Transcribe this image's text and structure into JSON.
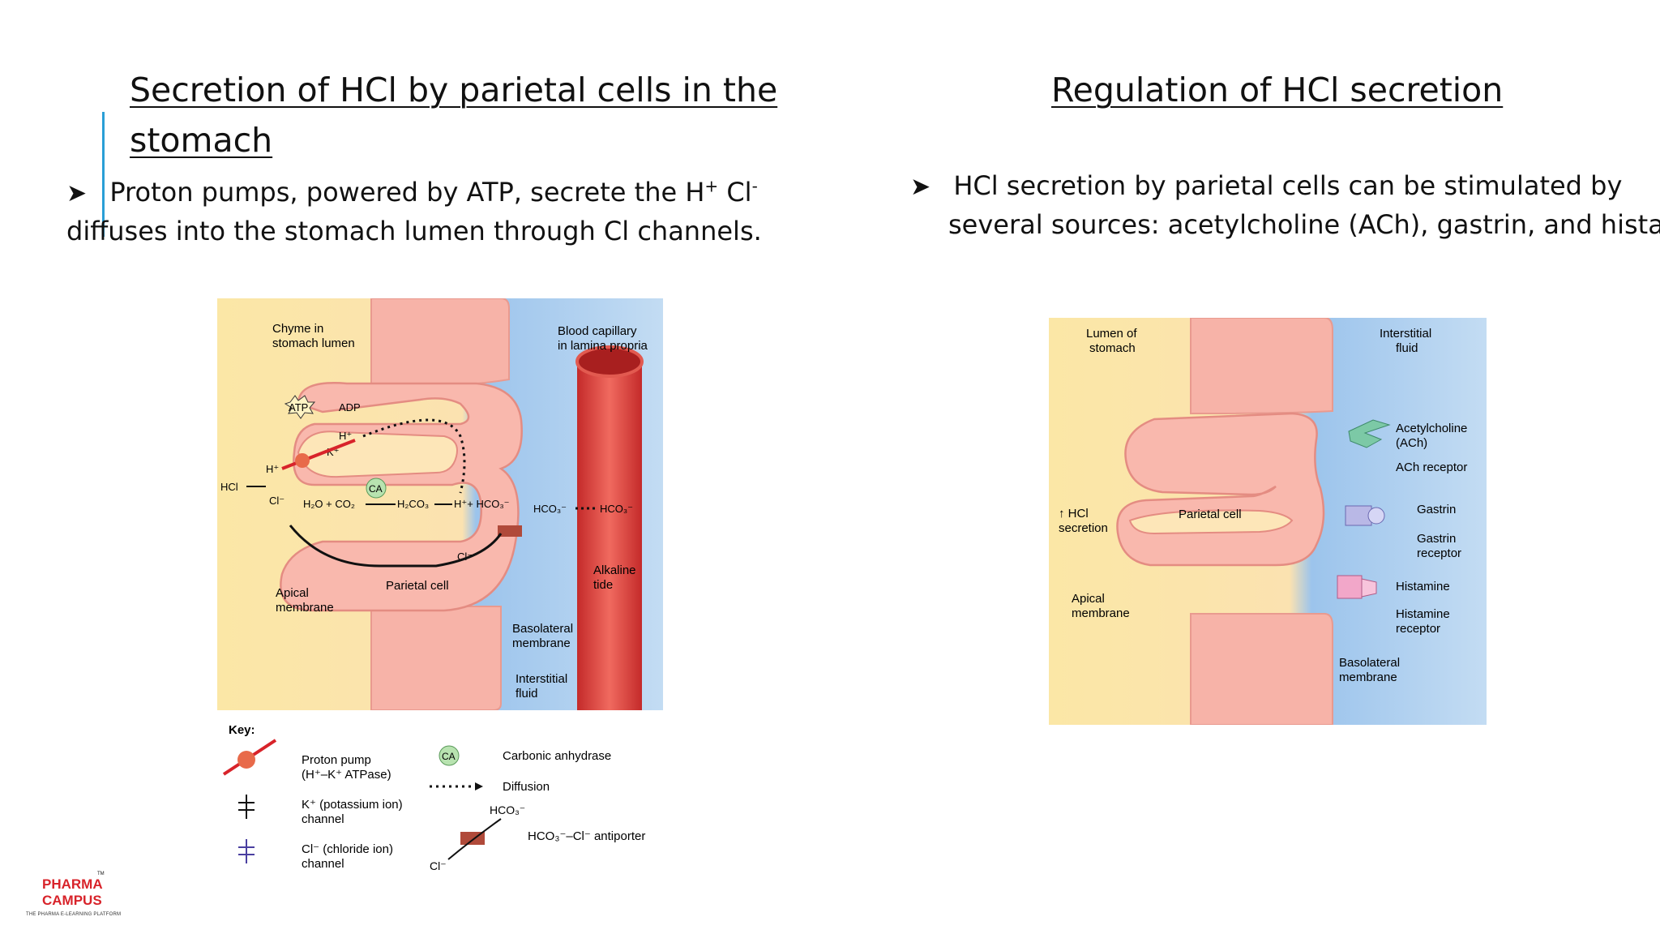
{
  "left": {
    "title": "Secretion of HCl by parietal cells in the stomach",
    "bullet_line1": "Proton pumps, powered by ATP, secrete the H",
    "bullet_sup1": "+",
    "bullet_mid": " Cl",
    "bullet_sup2": "-",
    "bullet_line2": "diffuses into the stomach lumen through Cl channels."
  },
  "right": {
    "title": "Regulation of HCl secretion",
    "bullet_line1": "HCl secretion by parietal cells can be stimulated by",
    "bullet_line2": "several sources: acetylcholine (ACh), gastrin, and histamine"
  },
  "diagram_left": {
    "chyme": [
      "Chyme in",
      "stomach lumen"
    ],
    "blood": [
      "Blood capillary",
      "in lamina propria"
    ],
    "atp": "ATP",
    "adp": "ADP",
    "h_plus": "H⁺",
    "k_plus": "K⁺",
    "hcl": "HCl",
    "h_plus_2": "H⁺",
    "cl_minus": "Cl⁻",
    "ca": "CA",
    "reaction1": "H₂O + CO₂",
    "reaction2": "H₂CO₃",
    "reaction3": "H⁺+ HCO₃⁻",
    "hco3_a": "HCO₃⁻",
    "hco3_b": "HCO₃⁻",
    "cl_minus_2": "Cl⁻",
    "alkaline": [
      "Alkaline",
      "tide"
    ],
    "apical": [
      "Apical",
      "membrane"
    ],
    "parietal": "Parietal cell",
    "basolateral": [
      "Basolateral",
      "membrane"
    ],
    "interstitial": [
      "Interstitial",
      "fluid"
    ]
  },
  "key": {
    "title": "Key:",
    "proton": [
      "Proton pump",
      "(H⁺–K⁺ ATPase)"
    ],
    "k_channel": [
      "K⁺ (potassium ion)",
      "channel"
    ],
    "cl_channel": [
      "Cl⁻ (chloride ion)",
      "channel"
    ],
    "ca": "CA",
    "carbonic": "Carbonic anhydrase",
    "diffusion": "Diffusion",
    "hco3": "HCO₃⁻",
    "antiporter": "HCO₃⁻–Cl⁻ antiporter",
    "cl": "Cl⁻"
  },
  "diagram_right": {
    "lumen": [
      "Lumen of",
      "stomach"
    ],
    "interstitial": [
      "Interstitial",
      "fluid"
    ],
    "ach": [
      "Acetylcholine",
      "(ACh)"
    ],
    "ach_receptor": "ACh receptor",
    "hcl_secretion": [
      "↑ HCl",
      "secretion"
    ],
    "parietal": "Parietal cell",
    "gastrin": "Gastrin",
    "gastrin_receptor": [
      "Gastrin",
      "receptor"
    ],
    "apical": [
      "Apical",
      "membrane"
    ],
    "histamine": "Histamine",
    "histamine_receptor": [
      "Histamine",
      "receptor"
    ],
    "basolateral": [
      "Basolateral",
      "membrane"
    ]
  },
  "logo": {
    "line1": "PHARMA",
    "line2": "CAMPUS",
    "tm": "TM",
    "tagline": "THE PHARMA E-LEARNING PLATFORM"
  },
  "colors": {
    "lumen": "#fbe7a6",
    "interstitial": "#a9cdee",
    "cell": "#f9b8ad",
    "cell_dark": "#f09a8f",
    "capillary": "#d83a3a",
    "ach_receptor": "#7cc9a6",
    "gastrin_receptor": "#b9b8e6",
    "histamine_receptor": "#f2a7c9",
    "brand": "#d8232a"
  }
}
